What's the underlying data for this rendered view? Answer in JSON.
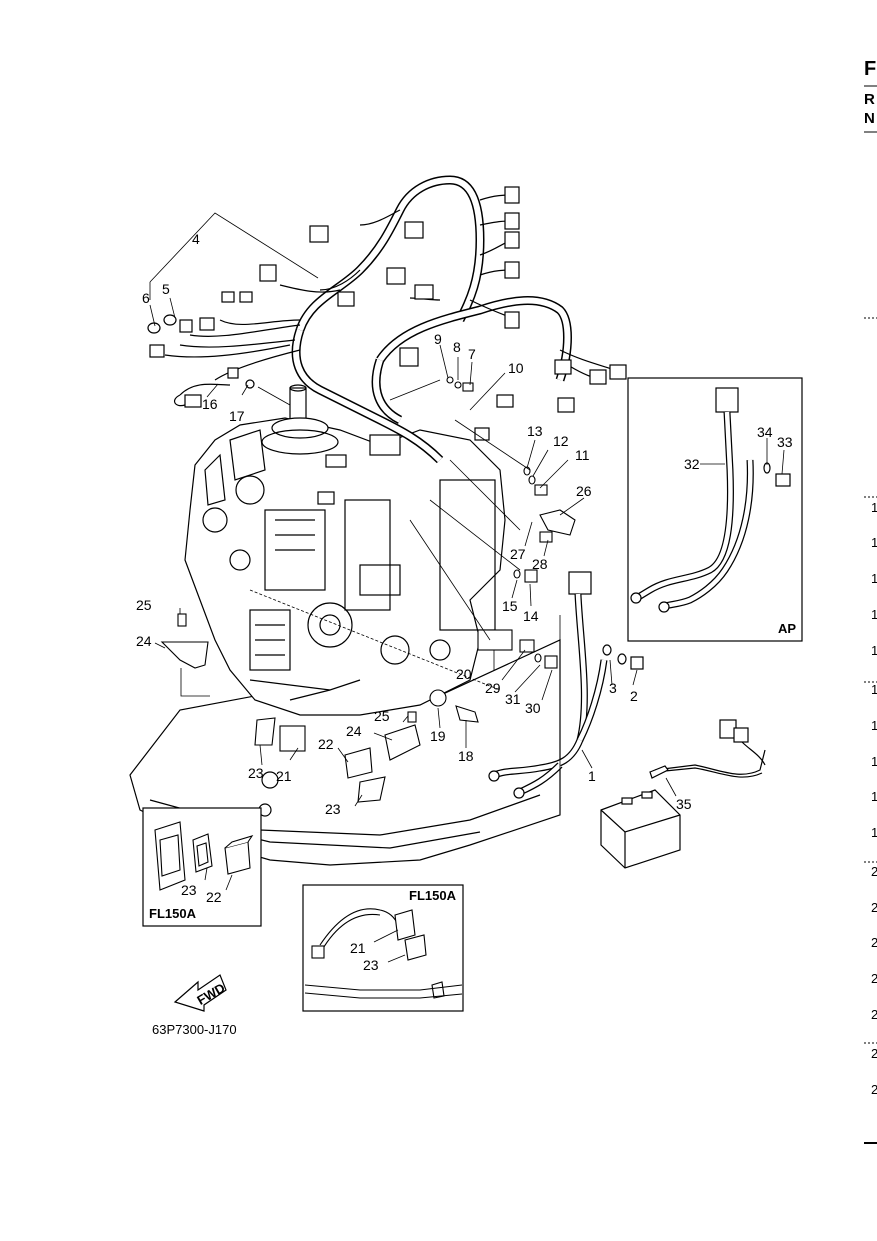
{
  "right_edge": {
    "letters": [
      "F",
      "R",
      "N"
    ],
    "row_digits": [
      "1",
      "1",
      "1",
      "1",
      "1",
      "1",
      "1",
      "1",
      "1",
      "1",
      "2",
      "2",
      "2",
      "2",
      "2",
      "2",
      "2"
    ]
  },
  "diagram": {
    "parts": [
      {
        "id": "1",
        "label": "1"
      },
      {
        "id": "2",
        "label": "2"
      },
      {
        "id": "3",
        "label": "3"
      },
      {
        "id": "4",
        "label": "4"
      },
      {
        "id": "5",
        "label": "5"
      },
      {
        "id": "6",
        "label": "6"
      },
      {
        "id": "7",
        "label": "7"
      },
      {
        "id": "8",
        "label": "8"
      },
      {
        "id": "9",
        "label": "9"
      },
      {
        "id": "10",
        "label": "10"
      },
      {
        "id": "11",
        "label": "11"
      },
      {
        "id": "12",
        "label": "12"
      },
      {
        "id": "13",
        "label": "13"
      },
      {
        "id": "14",
        "label": "14"
      },
      {
        "id": "15",
        "label": "15"
      },
      {
        "id": "16",
        "label": "16"
      },
      {
        "id": "17",
        "label": "17"
      },
      {
        "id": "18",
        "label": "18"
      },
      {
        "id": "19",
        "label": "19"
      },
      {
        "id": "20",
        "label": "20"
      },
      {
        "id": "21",
        "label": "21"
      },
      {
        "id": "22",
        "label": "22"
      },
      {
        "id": "23",
        "label": "23"
      },
      {
        "id": "24",
        "label": "24"
      },
      {
        "id": "25",
        "label": "25"
      },
      {
        "id": "26",
        "label": "26"
      },
      {
        "id": "27",
        "label": "27"
      },
      {
        "id": "28",
        "label": "28"
      },
      {
        "id": "29",
        "label": "29"
      },
      {
        "id": "30",
        "label": "30"
      },
      {
        "id": "31",
        "label": "31"
      },
      {
        "id": "32",
        "label": "32"
      },
      {
        "id": "33",
        "label": "33"
      },
      {
        "id": "34",
        "label": "34"
      },
      {
        "id": "35",
        "label": "35"
      }
    ],
    "insets": {
      "ap": {
        "label": "AP",
        "parts": [
          "32",
          "33",
          "34"
        ]
      },
      "fl150a_left": {
        "label": "FL150A",
        "parts": [
          "23",
          "22"
        ]
      },
      "fl150a_bottom": {
        "label": "FL150A",
        "parts": [
          "21",
          "23"
        ]
      }
    },
    "direction_arrow": {
      "label": "FWD"
    },
    "catalog_number": "63P7300-J170"
  }
}
